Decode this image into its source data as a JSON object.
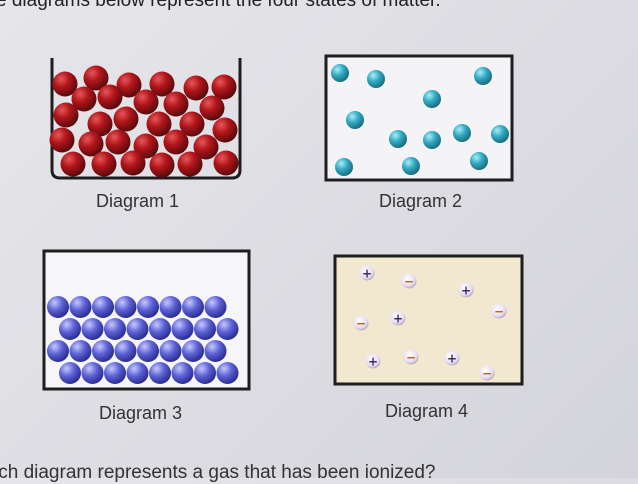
{
  "intro_text": "e diagrams below represent the four states of matter.",
  "question_text": "ich diagram represents a gas that has been ionized?",
  "diagrams": [
    {
      "caption": "Diagram 1"
    },
    {
      "caption": "Diagram 2"
    },
    {
      "caption": "Diagram 3"
    },
    {
      "caption": "Diagram 4"
    }
  ],
  "charges": {
    "positive": "+",
    "negative": "−"
  },
  "colors": {
    "liquid_particle": "#b3161b",
    "gas_particle": "#33a9c2",
    "solid_particle": "#5d62d6",
    "plasma_background": "#f2e7cf",
    "frame": "#1e1e1e"
  }
}
